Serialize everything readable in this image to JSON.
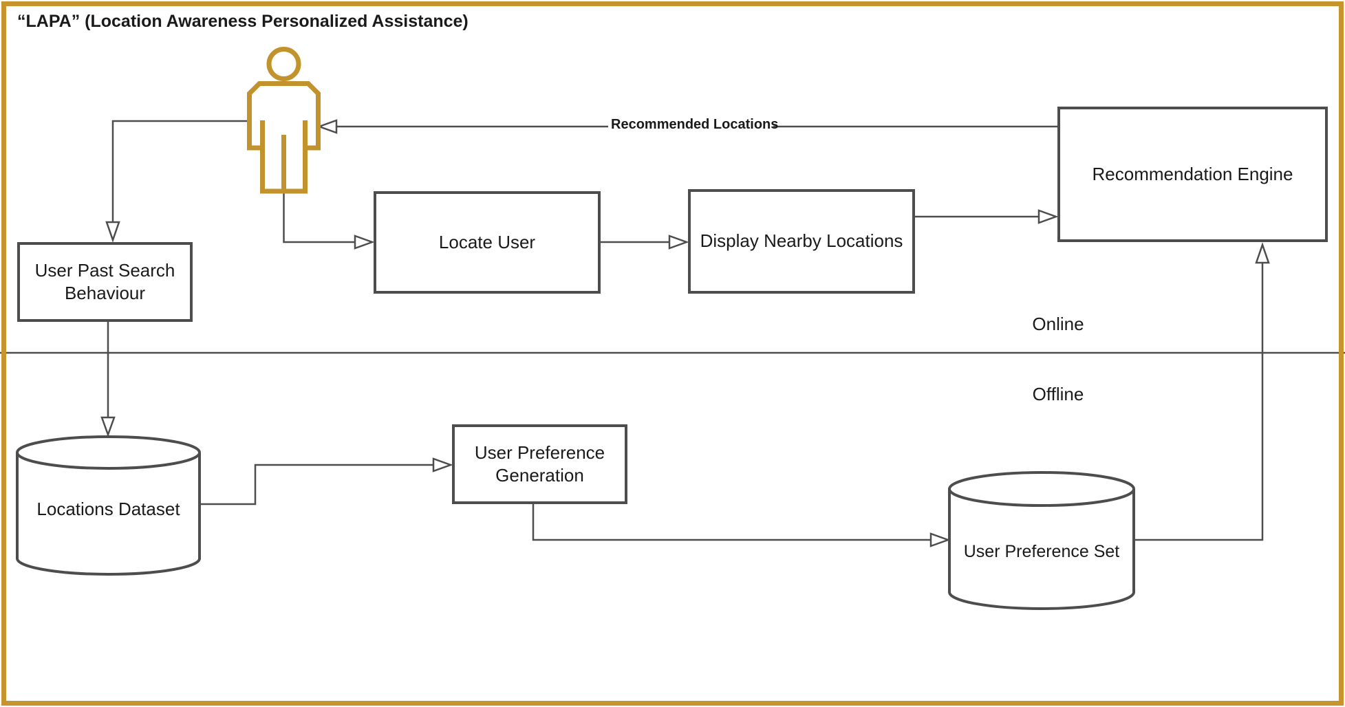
{
  "title": "“LAPA” (Location Awareness Personalized Assistance)",
  "zones": {
    "online": "Online",
    "offline": "Offline"
  },
  "nodes": {
    "user_past_search": {
      "label": "User Past Search Behaviour",
      "shape": "rectangle"
    },
    "locate_user": {
      "label": "Locate User",
      "shape": "rectangle"
    },
    "display_nearby": {
      "label": "Display Nearby Locations",
      "shape": "rectangle"
    },
    "recommendation_engine": {
      "label": "Recommendation Engine",
      "shape": "rectangle"
    },
    "locations_dataset": {
      "label": "Locations Dataset",
      "shape": "cylinder"
    },
    "user_preference_generation": {
      "label": "User Preference Generation",
      "shape": "rectangle"
    },
    "user_preference_set": {
      "label": "User Preference Set",
      "shape": "cylinder"
    },
    "actor": {
      "shape": "person"
    }
  },
  "edges": {
    "recommended_locations": {
      "label": "Recommended Locations"
    }
  },
  "colors": {
    "frame": "#C6952E",
    "actor": "#C2932C",
    "line": "#4D4D4D",
    "node_border": "#4D4D4D",
    "background": "#FFFFFF",
    "text": "#1A1A1A"
  }
}
